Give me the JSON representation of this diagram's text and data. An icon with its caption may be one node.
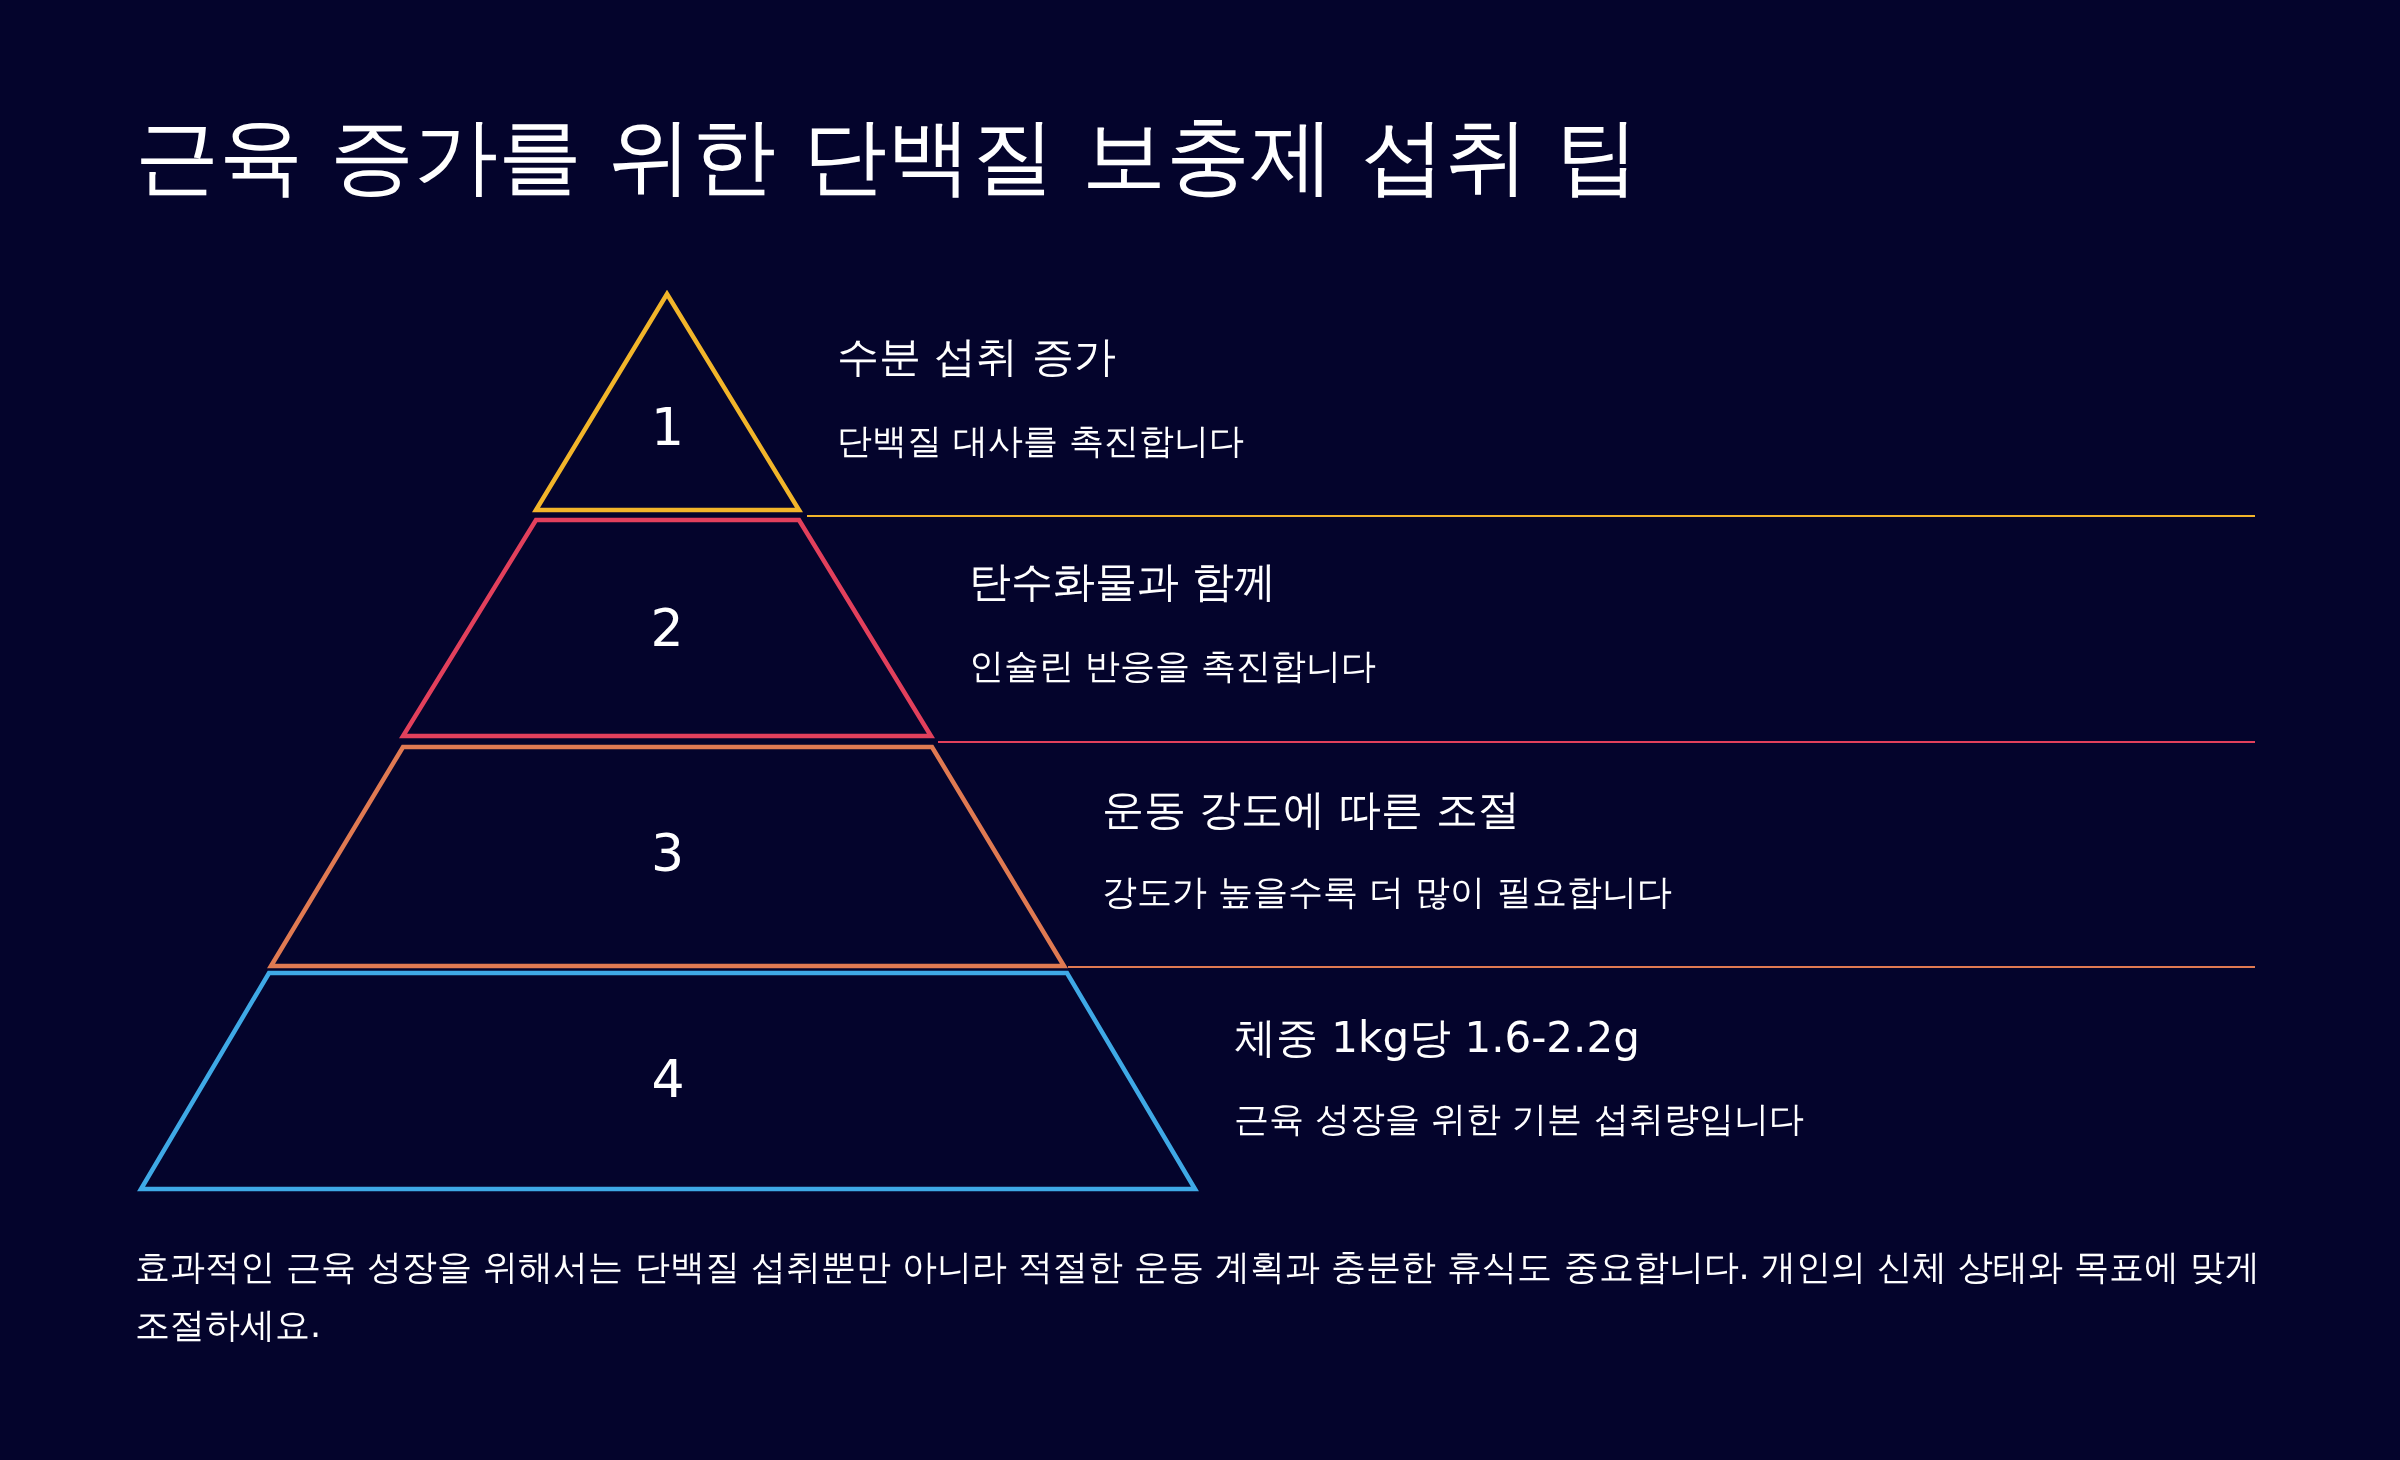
{
  "diagram": {
    "title": "근육 증가를 위한 단백질 보충제 섭취 팁",
    "nodes": [
      {
        "text": [
          "1"
        ],
        "beside": [
          "수분 섭취 증가",
          "단백질 대사를 촉진합니다"
        ]
      },
      {
        "text": [
          "2"
        ],
        "beside": [
          "탄수화물과 함께",
          "인슐린 반응을 촉진합니다"
        ]
      },
      {
        "text": [
          "3"
        ],
        "beside": [
          "운동 강도에 따른 조절",
          "강도가 높을수록 더 많이 필요합니다"
        ]
      },
      {
        "text": [
          "4"
        ],
        "beside": [
          "체중 1kg당 1.6-2.2g",
          "근육 성장을 위한 기본 섭취량입니다"
        ]
      }
    ],
    "caption": "효과적인 근육 성장을 위해서는 단백질 섭취뿐만 아니라 적절한 운동 계획과 충분한 휴식도 중요합니다. 개인의 신체 상태와 목표에 맞게 조절하세요."
  }
}
